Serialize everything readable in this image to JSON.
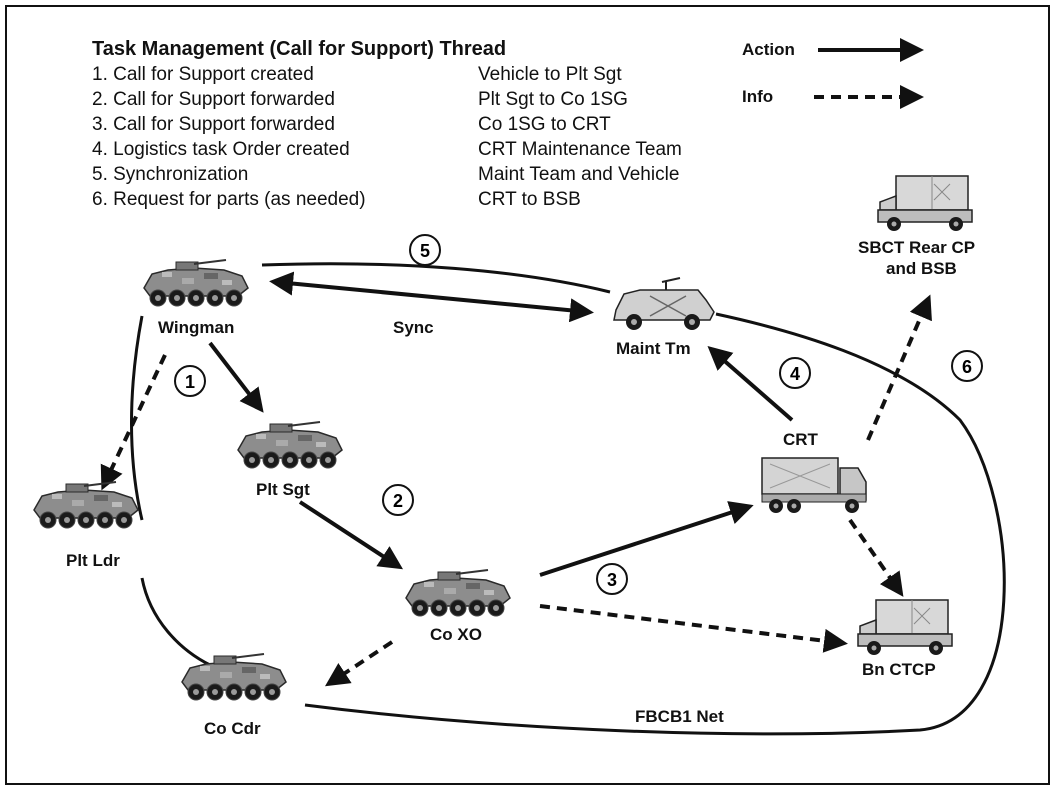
{
  "title": "Task Management (Call for Support) Thread",
  "steps": [
    {
      "text": "1.  Call for Support created",
      "route": "Vehicle to Plt Sgt"
    },
    {
      "text": "2.  Call for Support forwarded",
      "route": "Plt Sgt to Co 1SG"
    },
    {
      "text": "3.  Call for Support forwarded",
      "route": "Co 1SG to CRT"
    },
    {
      "text": "4.  Logistics task Order created",
      "route": "CRT Maintenance Team"
    },
    {
      "text": "5.  Synchronization",
      "route": "Maint Team and Vehicle"
    },
    {
      "text": "6.  Request for parts (as needed)",
      "route": "CRT to BSB"
    }
  ],
  "legend": {
    "action": "Action",
    "info": "Info"
  },
  "nodes": {
    "wingman": "Wingman",
    "plt_sgt": "Plt Sgt",
    "plt_ldr": "Plt Ldr",
    "co_xo": "Co XO",
    "co_cdr": "Co Cdr",
    "maint_tm": "Maint Tm",
    "crt": "CRT",
    "bn_ctcp": "Bn CTCP",
    "sbct_line1": "SBCT Rear CP",
    "sbct_line2": "and BSB"
  },
  "labels": {
    "sync": "Sync",
    "net": "FBCB1 Net"
  },
  "markers": [
    "1",
    "2",
    "3",
    "4",
    "5",
    "6"
  ]
}
